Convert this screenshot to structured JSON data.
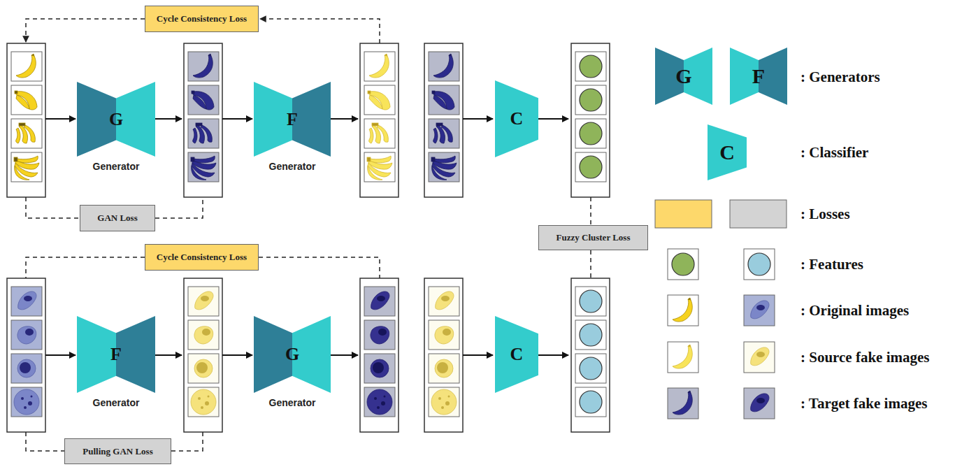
{
  "diagram": {
    "nodes": [
      {
        "text": [
          "Cycle Consistency Loss"
        ]
      },
      {
        "text": [
          "G",
          "Generator"
        ]
      },
      {
        "text": [
          "F",
          "Generator"
        ]
      },
      {
        "text": [
          "C"
        ]
      },
      {
        "text": [
          "GAN Loss"
        ]
      },
      {
        "text": [
          "Fuzzy Cluster Loss"
        ]
      },
      {
        "text": [
          "Cycle Consistency Loss"
        ]
      },
      {
        "text": [
          "F",
          "Generator"
        ]
      },
      {
        "text": [
          "G",
          "Generator"
        ]
      },
      {
        "text": [
          "C"
        ]
      },
      {
        "text": [
          "Pulling GAN Loss"
        ]
      },
      {
        "text": [
          "G"
        ]
      },
      {
        "text": [
          "F"
        ]
      },
      {
        "text": [
          "C"
        ]
      }
    ],
    "legend": [
      {
        "text": ": Generators"
      },
      {
        "text": ": Classifier"
      },
      {
        "text": ": Losses"
      },
      {
        "text": ": Features"
      },
      {
        "text": ": Original images"
      },
      {
        "text": ": Source fake images"
      },
      {
        "text": ": Target fake images"
      }
    ]
  }
}
